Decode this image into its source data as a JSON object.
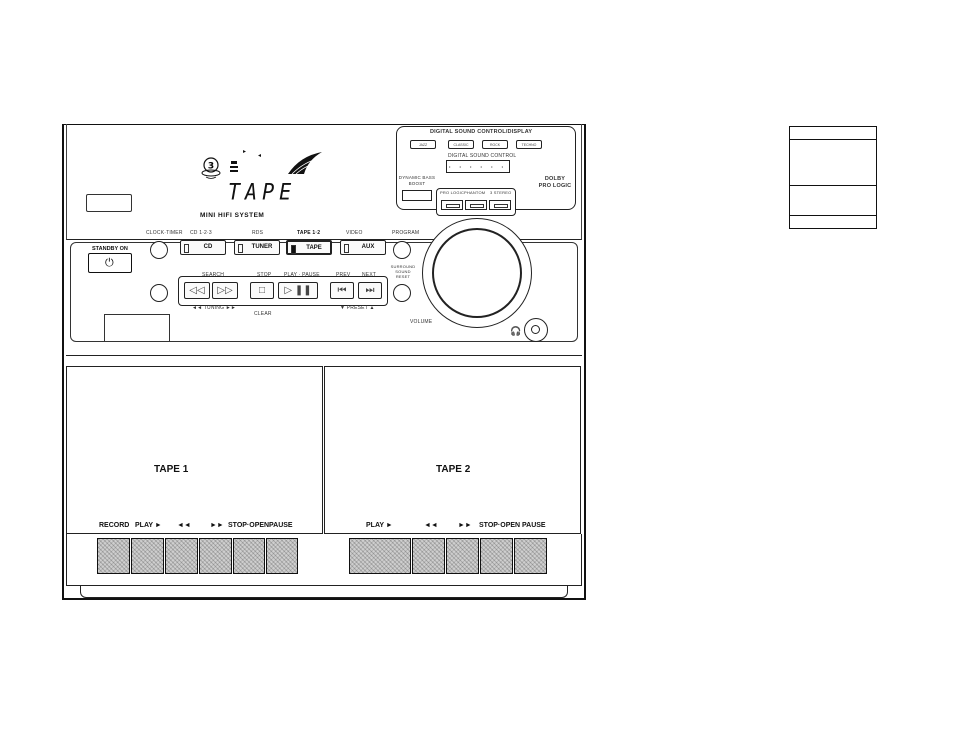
{
  "display": {
    "screen_text": "TAPE",
    "model_name": "MINI HIFI SYSTEM",
    "standby_label": "STANDBY ON",
    "standby_symbol": "⏻"
  },
  "dsc_panel": {
    "title": "DIGITAL SOUND CONTROL/DISPLAY",
    "buttons": [
      "JAZZ",
      "CLASSIC",
      "ROCK",
      "TECHNO"
    ],
    "sub_title": "DIGITAL SOUND CONTROL",
    "dynamic_bass_boost": "DYNAMIC BASS BOOST",
    "lower_buttons": [
      "PRO LOGIC",
      "PHANTOM",
      "3 STEREO"
    ],
    "dolby_logo": "DOLBY PRO LOGIC"
  },
  "source_row": {
    "labels": [
      "CLOCK·TIMER",
      "CD 1·2·3",
      "RDS",
      "TAPE 1·2",
      "VIDEO",
      "PROGRAM"
    ],
    "buttons": [
      "CD",
      "TUNER",
      "TAPE",
      "AUX"
    ]
  },
  "transport": {
    "labels": [
      "SEARCH",
      "STOP",
      "PLAY · PAUSE",
      "PREV",
      "NEXT"
    ],
    "tuning_label": "◄◄ TUNING ►►",
    "clear_label": "CLEAR",
    "preset_label": "▼ PRESET ▲",
    "surround_label": "SURROUND SOUND RESET",
    "volume_label": "VOLUME"
  },
  "tape1": {
    "title": "TAPE 1",
    "key_labels": [
      "RECORD",
      "PLAY ►",
      "◄◄",
      "►►",
      "STOP·OPEN",
      "PAUSE"
    ]
  },
  "tape2": {
    "title": "TAPE 2",
    "key_labels": [
      "PLAY ►",
      "◄◄",
      "►►",
      "STOP·OPEN",
      "PAUSE"
    ]
  },
  "icons": {
    "power": "power-icon",
    "rewind": "rewind-icon",
    "fast_forward": "fast-forward-icon",
    "stop": "stop-icon",
    "play_pause": "play-pause-icon",
    "prev": "prev-icon",
    "next": "next-icon",
    "headphones": "headphones-icon"
  }
}
